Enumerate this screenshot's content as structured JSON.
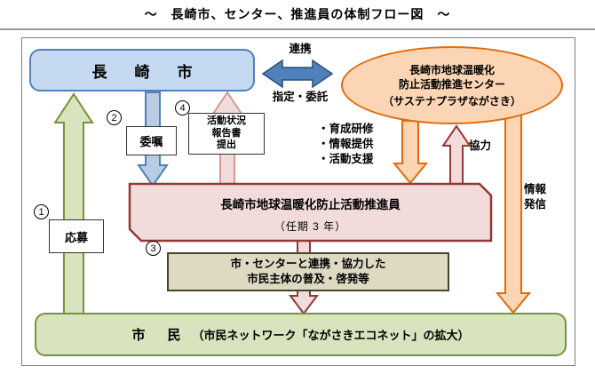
{
  "title": "～　長崎市、センター、推進員の体制フロー図　～",
  "nodes": {
    "city": {
      "label": "長　崎　市"
    },
    "center": {
      "line1": "長崎市地球温暖化",
      "line2": "防止活動推進センター",
      "line3": "（サステナプラザながさき）"
    },
    "promoter": {
      "title": "長崎市地球温暖化防止活動推進員",
      "subtitle": "（任期 3 年）"
    },
    "activity": {
      "line1": "市・センターと連携・協力した",
      "line2": "市民主体の普及・啓発等"
    },
    "citizens": {
      "label": "市　民",
      "note": "（市民ネットワーク「ながさきエコネット」の拡大）"
    }
  },
  "edges": {
    "renkei": "連携",
    "shitei_itaku": "指定・委託",
    "obo": {
      "marker": "1",
      "label": "応募"
    },
    "ishoku": {
      "marker": "2",
      "label": "委嘱"
    },
    "activity_marker": "3",
    "hokoku": {
      "marker": "4",
      "line1": "活動状況",
      "line2": "報告書",
      "line3": "提出"
    },
    "support": {
      "line1": "・育成研修",
      "line2": "・情報提供",
      "line3": "・活動支援"
    },
    "kyoryoku": "協力",
    "joho": {
      "line1": "情報",
      "line2": "発信"
    }
  },
  "colors": {
    "city_fill": "#c5d9f1",
    "city_border": "#4f81bd",
    "center_fill": "#fcd5b4",
    "center_border": "#e26b0a",
    "promoter_fill": "#f2dcdb",
    "promoter_border": "#953735",
    "activity_fill": "#ddd9c3",
    "activity_border": "#4a4428",
    "citizens_fill": "#d7e4bd",
    "citizens_border": "#77933c",
    "blue_arrow": "#4f81bd",
    "green_arrow": "#d7e4bd",
    "pink_arrow": "#f2dcdb",
    "orange_arrow": "#fcd5b4"
  }
}
